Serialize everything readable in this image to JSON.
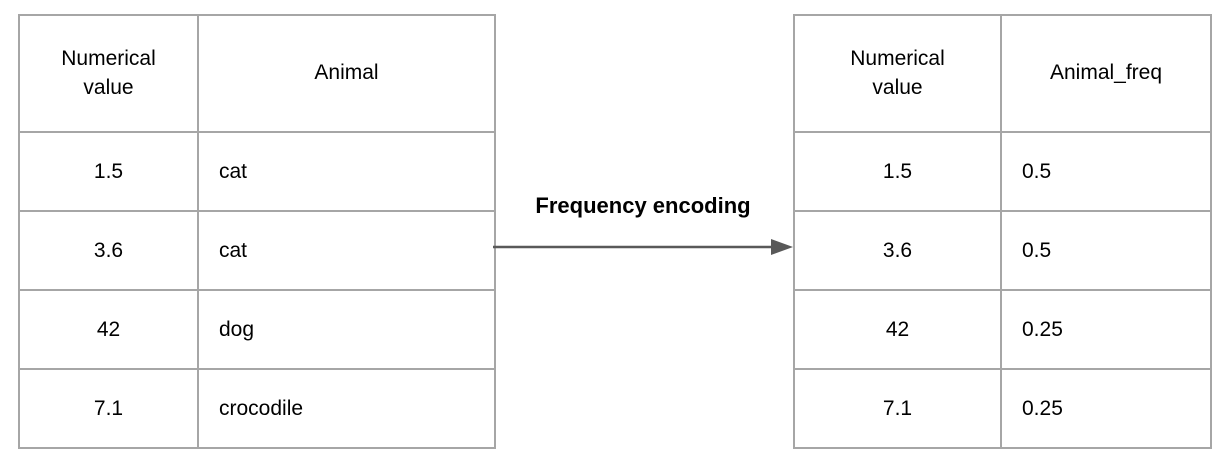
{
  "diagram": {
    "label": "Frequency encoding"
  },
  "left_table": {
    "columns": [
      "Numerical\nvalue",
      "Animal"
    ],
    "rows": [
      [
        "1.5",
        "cat"
      ],
      [
        "3.6",
        "cat"
      ],
      [
        "42",
        "dog"
      ],
      [
        "7.1",
        "crocodile"
      ]
    ]
  },
  "right_table": {
    "columns": [
      "Numerical\nvalue",
      "Animal_freq"
    ],
    "rows": [
      [
        "1.5",
        "0.5"
      ],
      [
        "3.6",
        "0.5"
      ],
      [
        "42",
        "0.25"
      ],
      [
        "7.1",
        "0.25"
      ]
    ]
  },
  "colors": {
    "table_border": "#a6a6a6",
    "arrow": "#595959",
    "text": "#000000",
    "background": "#ffffff"
  }
}
